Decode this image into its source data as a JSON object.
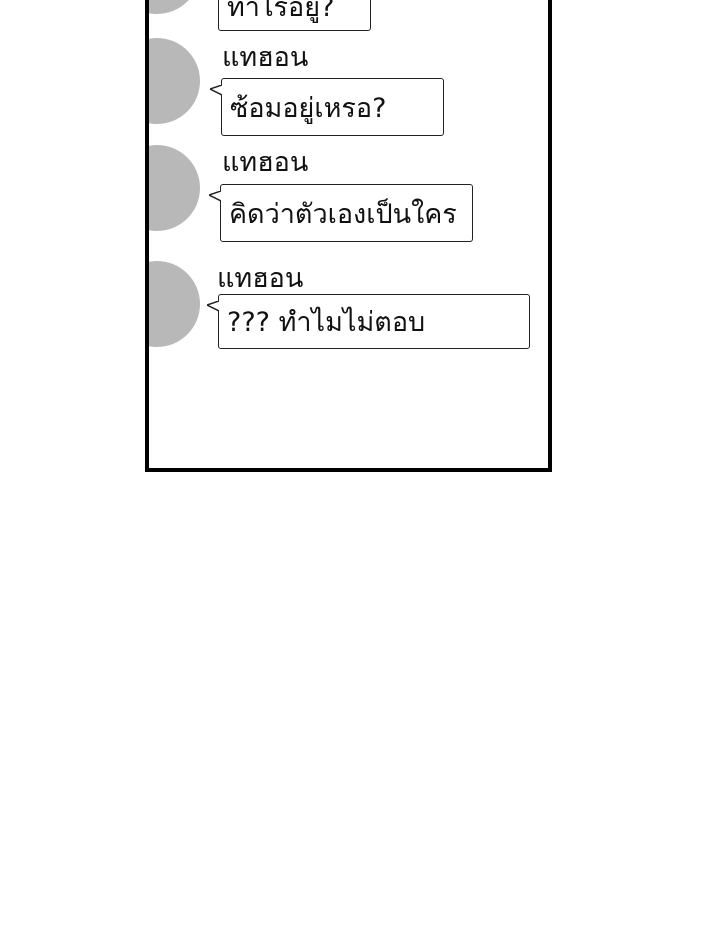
{
  "messages": [
    {
      "sender": "",
      "text": "ทำไรอยู่?"
    },
    {
      "sender": "แทฮอน",
      "text": "ซ้อมอยู่เหรอ?"
    },
    {
      "sender": "แทฮอน",
      "text": "คิดว่าตัวเองเป็นใคร"
    },
    {
      "sender": "แทฮอน",
      "text": "??? ทำไมไม่ตอบ"
    }
  ],
  "colors": {
    "avatar": "#b8b8b8",
    "border": "#000000",
    "background": "#ffffff"
  }
}
